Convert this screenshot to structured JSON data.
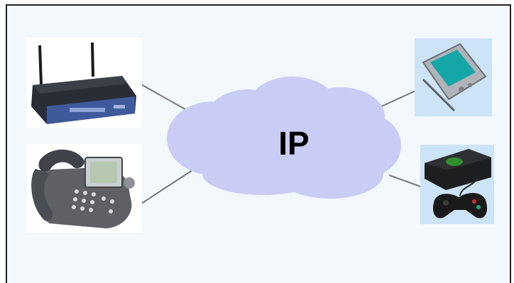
{
  "diagram": {
    "cloud_label": "IP",
    "colors": {
      "panel_bg": "#f2f8fb",
      "cloud_fill": "#c9cdf5",
      "device_bg_light": "#ffffff",
      "device_bg_blue": "#cde3f7",
      "connector": "#777777"
    },
    "devices": [
      {
        "name": "wireless-router-icon",
        "side": "left"
      },
      {
        "name": "ip-phone-icon",
        "side": "left"
      },
      {
        "name": "pda-icon",
        "side": "right"
      },
      {
        "name": "game-console-icon",
        "side": "right"
      }
    ]
  }
}
